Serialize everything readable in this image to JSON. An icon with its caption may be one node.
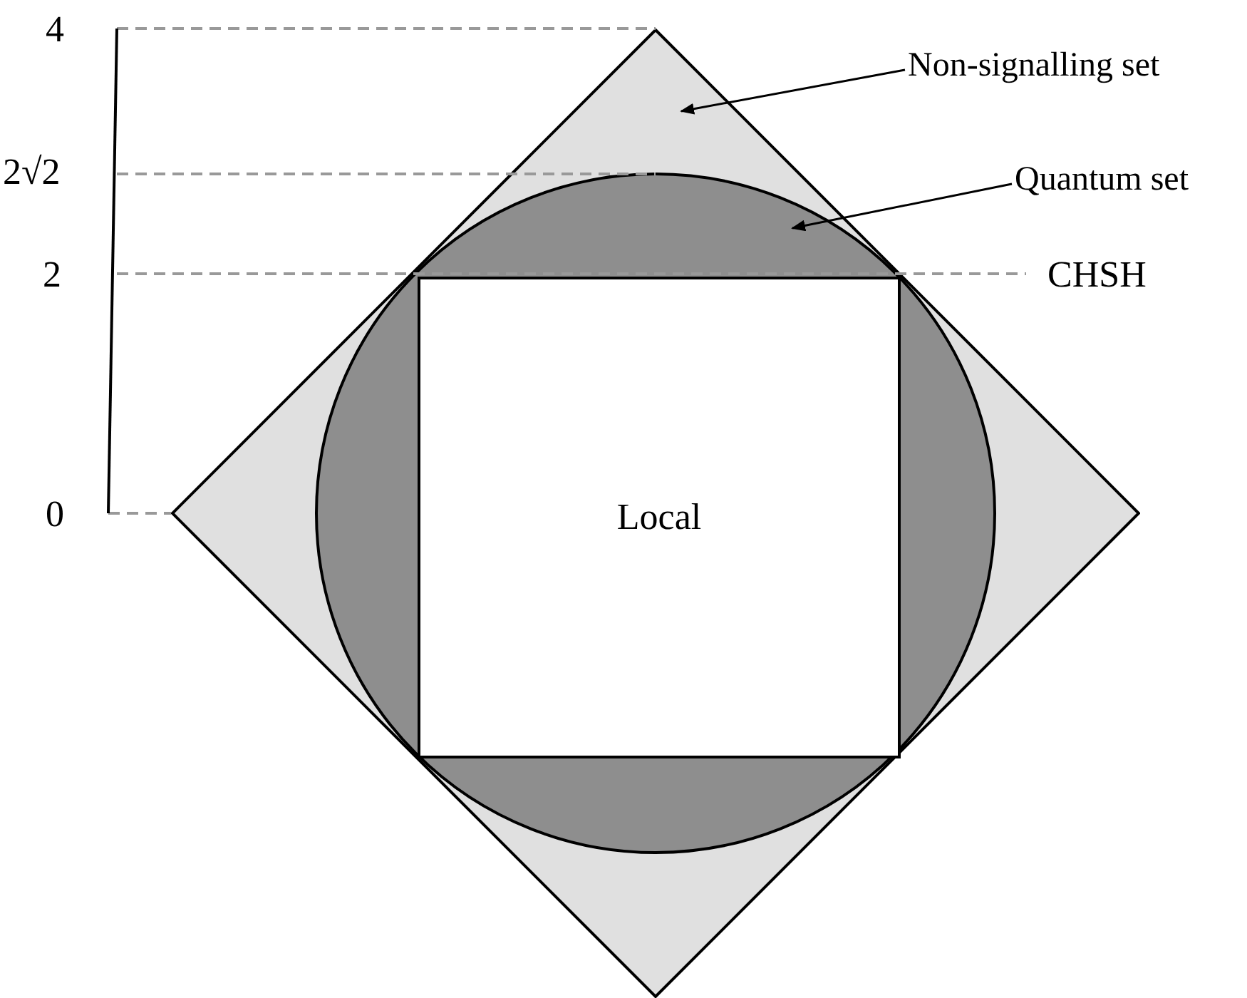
{
  "diagram": {
    "nodes": [
      {
        "text": [],
        "shape": "diamond"
      },
      {
        "text": [],
        "shape": "circle",
        "in": 0
      },
      {
        "text": [
          "Local"
        ],
        "in": 1
      },
      {
        "text": [
          "Non-signalling set"
        ]
      },
      {
        "text": [
          "Quantum set"
        ]
      }
    ],
    "edges": [
      {
        "from": 3,
        "to": 0,
        "arrow": "to"
      },
      {
        "from": 4,
        "to": 1,
        "arrow": "to"
      }
    ],
    "labels": [
      "4",
      "2√2",
      "2",
      "CHSH",
      "0"
    ]
  }
}
